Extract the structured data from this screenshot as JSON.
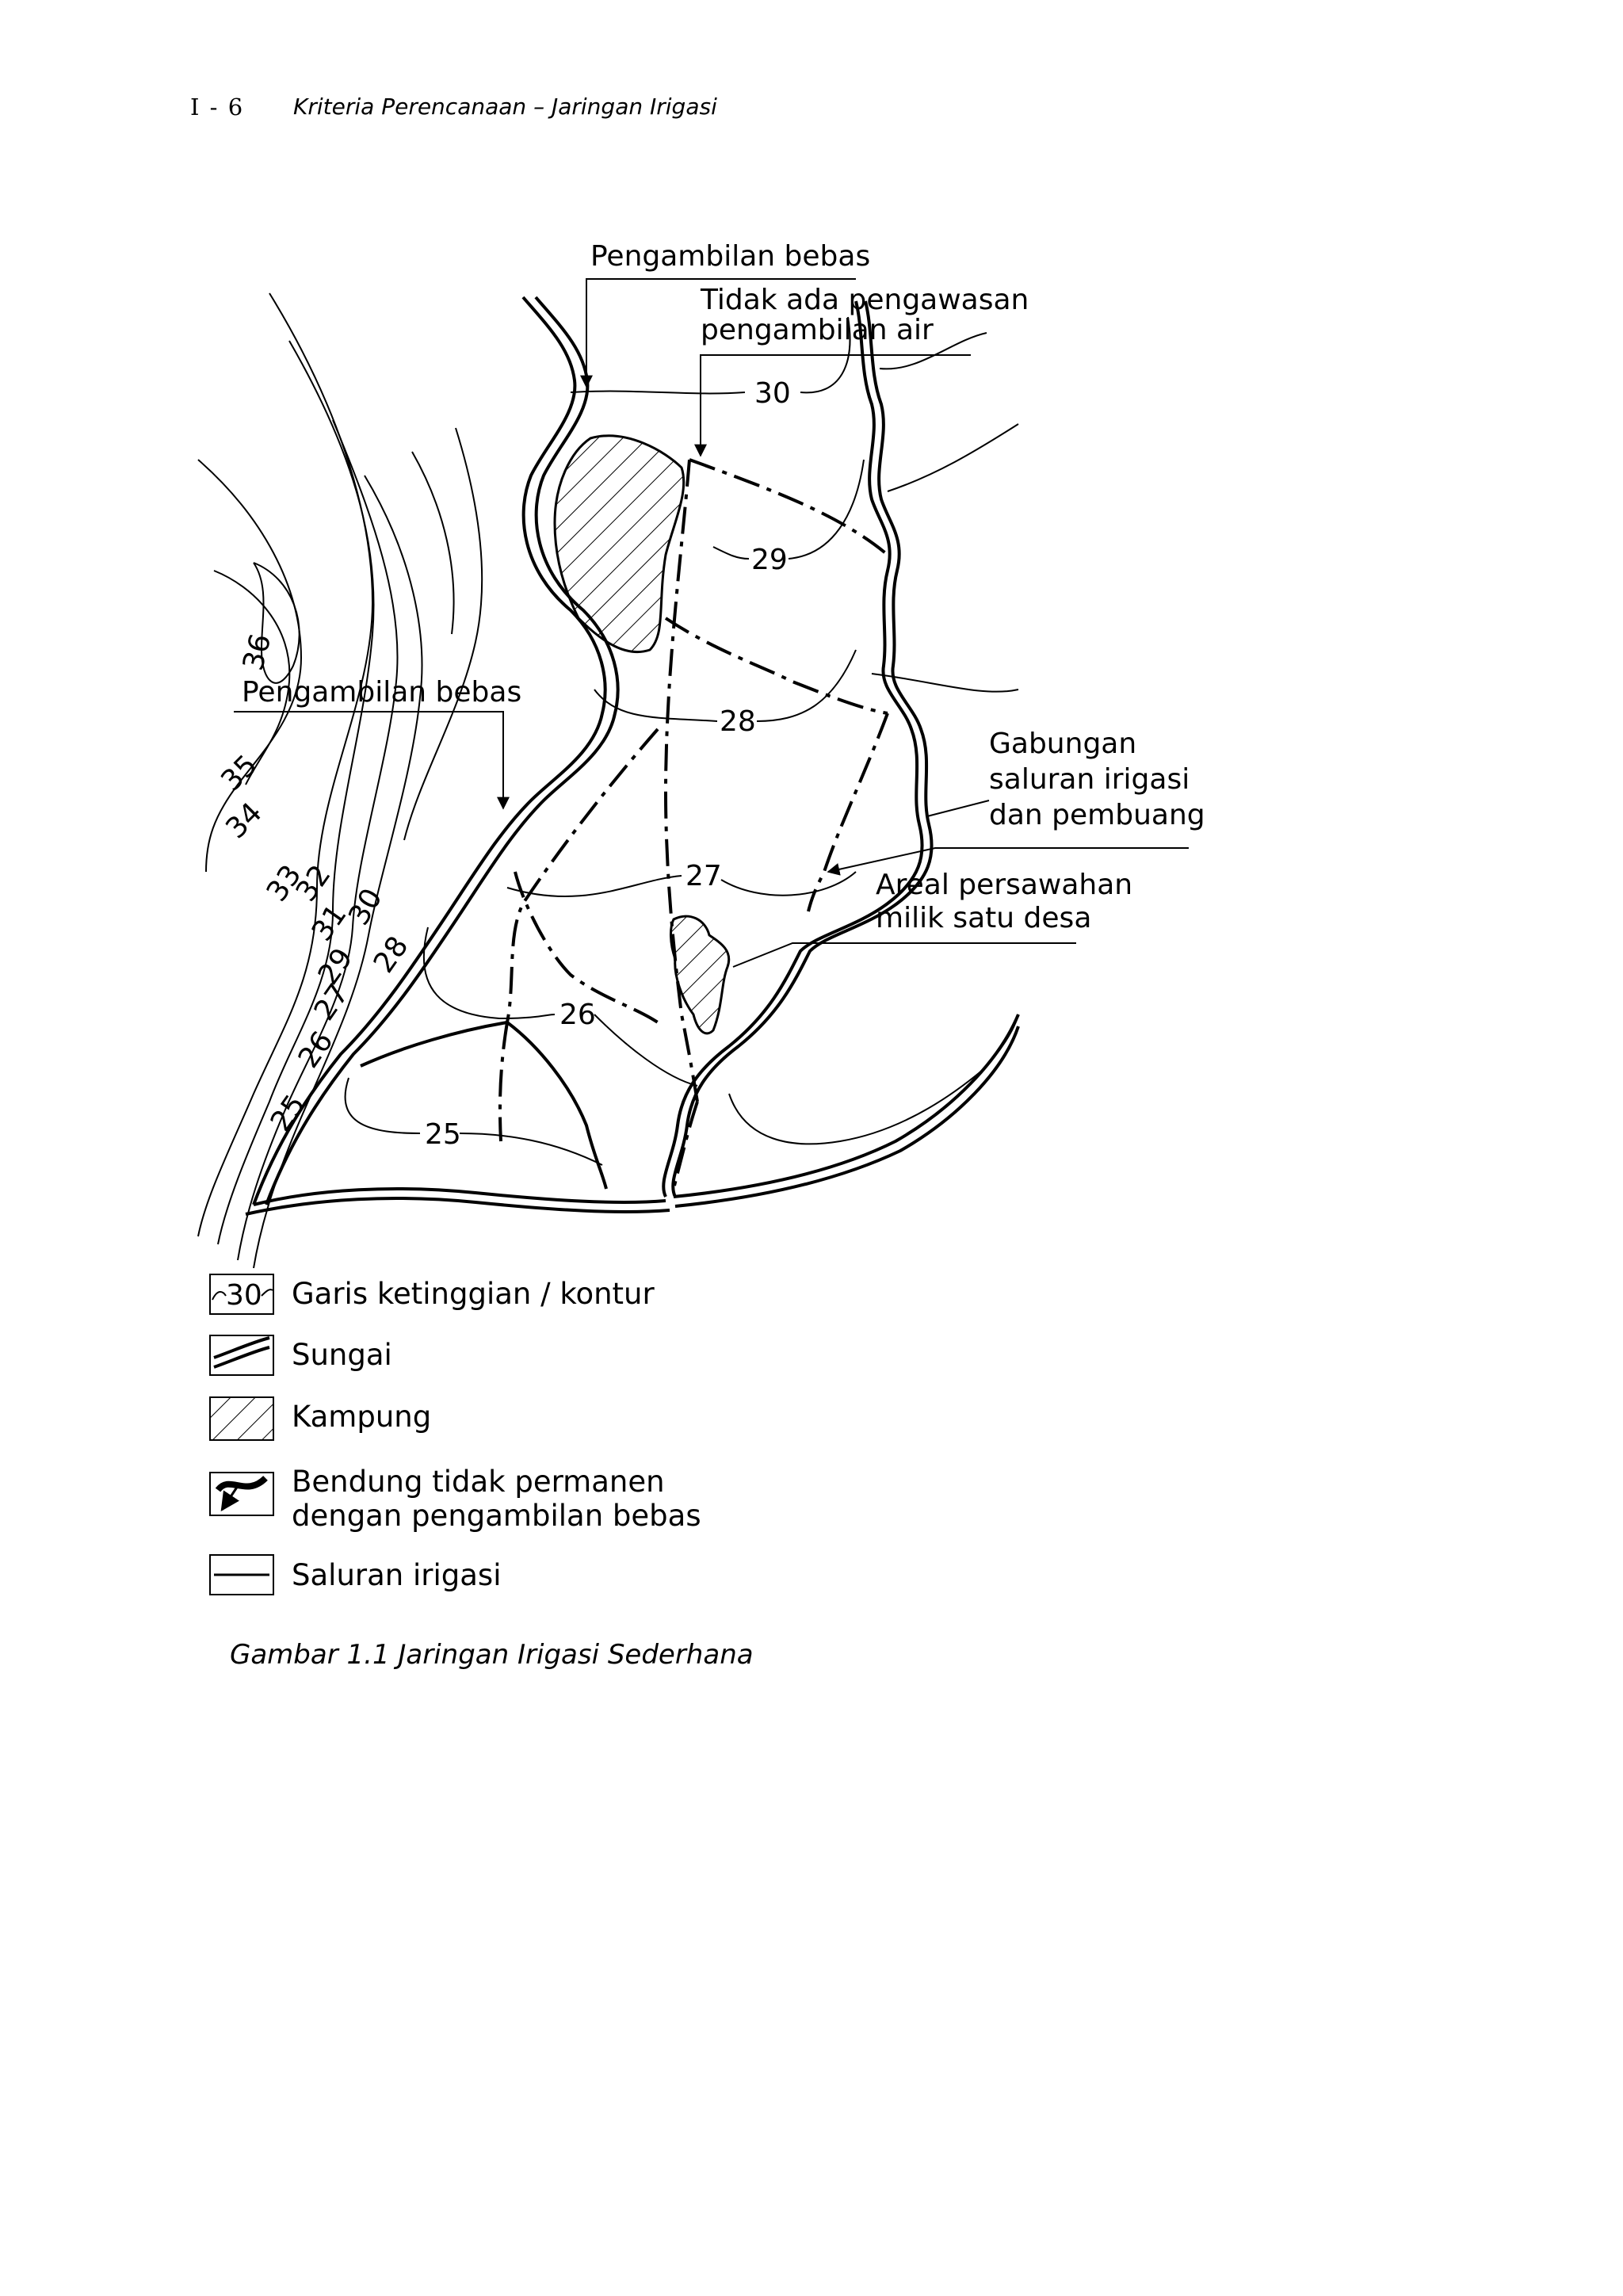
{
  "header": {
    "page_number": "I - 6",
    "running_title": "Kriteria Perencanaan – Jaringan Irigasi"
  },
  "map": {
    "callout_top": "Pengambilan bebas",
    "callout_supervision_1": "Tidak ada pengawasan",
    "callout_supervision_2": "pengambilan air",
    "callout_left": "Pengambilan bebas",
    "callout_combined_1": "Gabungan",
    "callout_combined_2": "saluran irigasi",
    "callout_combined_3": "dan pembuang",
    "callout_paddy_1": "Areal persawahan",
    "callout_paddy_2": "milik satu desa",
    "contours": {
      "c30": "30",
      "c29": "29",
      "c28": "28",
      "c27": "27",
      "c26": "26",
      "c25": "25",
      "left_36": "36",
      "left_35": "35",
      "left_34": "34",
      "left_33": "33",
      "left_32": "32",
      "left_31": "31",
      "left_30": "30",
      "left_29": "29",
      "left_28": "28",
      "left_27": "27",
      "left_26": "26",
      "left_25": "25"
    }
  },
  "legend": {
    "contour_sample": "30",
    "contour_label": "Garis ketinggian / kontur",
    "river_label": "Sungai",
    "village_label": "Kampung",
    "weir_label_1": "Bendung tidak permanen",
    "weir_label_2": "dengan pengambilan bebas",
    "canal_label": "Saluran irigasi"
  },
  "caption": "Gambar 1.1 Jaringan Irigasi Sederhana"
}
